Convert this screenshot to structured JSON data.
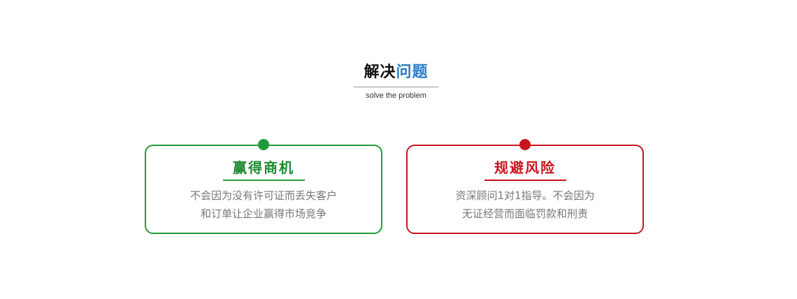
{
  "heading": {
    "title_main": "解决",
    "title_accent": "问题",
    "subtitle": "solve the problem",
    "accent_color": "#2a7bc4"
  },
  "cards": [
    {
      "title": "赢得商机",
      "lines": [
        "不会因为没有许可证而丢失客户",
        "和订单让企业赢得市场竞争"
      ],
      "color": "#1e9b39"
    },
    {
      "title": "规避风险",
      "lines": [
        "资深顾问1对1指导。不会因为",
        "无证经营而面临罚款和刑责"
      ],
      "color": "#c8141e"
    }
  ]
}
